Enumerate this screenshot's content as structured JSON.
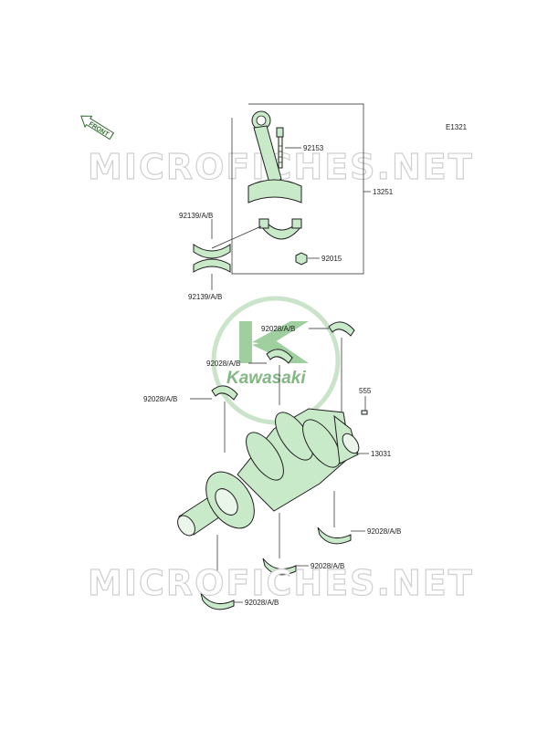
{
  "figure_code": "E1321",
  "front_label": "FRONT",
  "watermark": {
    "top": "MICROFICHES.NET",
    "bottom": "MICROFICHES.NET"
  },
  "logo": {
    "text": "Kawasaki",
    "color": "#5aa05a"
  },
  "callouts": {
    "conrod_bolt": "92153",
    "conrod_assy": "13251",
    "upper_bearing": "92139/A/B",
    "lower_bearing": "92139/A/B",
    "conrod_nut": "92015",
    "main_upper_right": "92028/A/B",
    "main_upper_mid": "92028/A/B",
    "main_upper_left": "92028/A/B",
    "pin": "555",
    "crankshaft": "13031",
    "main_lower_right": "92028/A/B",
    "main_lower_mid": "92028/A/B",
    "main_lower_left": "92028/A/B"
  },
  "colors": {
    "part_fill": "#c9eac9",
    "line": "#1f1f1f"
  }
}
